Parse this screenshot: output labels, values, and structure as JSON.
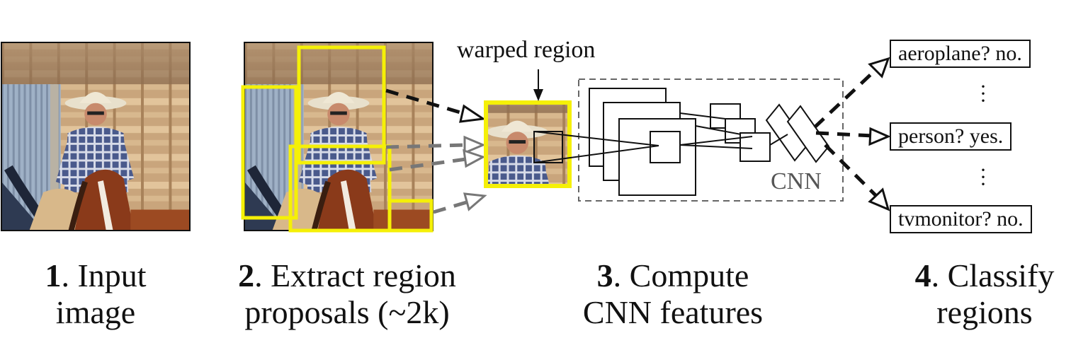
{
  "diagram": {
    "warped_label": "warped region",
    "cnn_label": "CNN",
    "classifications": [
      {
        "text": "aeroplane? no."
      },
      {
        "text": "person? yes."
      },
      {
        "text": "tvmonitor? no."
      }
    ],
    "steps": [
      {
        "num": "1",
        "line1": ". Input",
        "line2": "image"
      },
      {
        "num": "2",
        "line1": ". Extract region",
        "line2": "proposals (~2k)"
      },
      {
        "num": "3",
        "line1": ". Compute",
        "line2": "CNN features"
      },
      {
        "num": "4",
        "line1": ". Classify",
        "line2": "regions"
      }
    ]
  },
  "colors": {
    "proposal_box": "#f5f007",
    "arrow_dark": "#111111",
    "arrow_gray": "#777777",
    "cnn_border": "#666666"
  }
}
